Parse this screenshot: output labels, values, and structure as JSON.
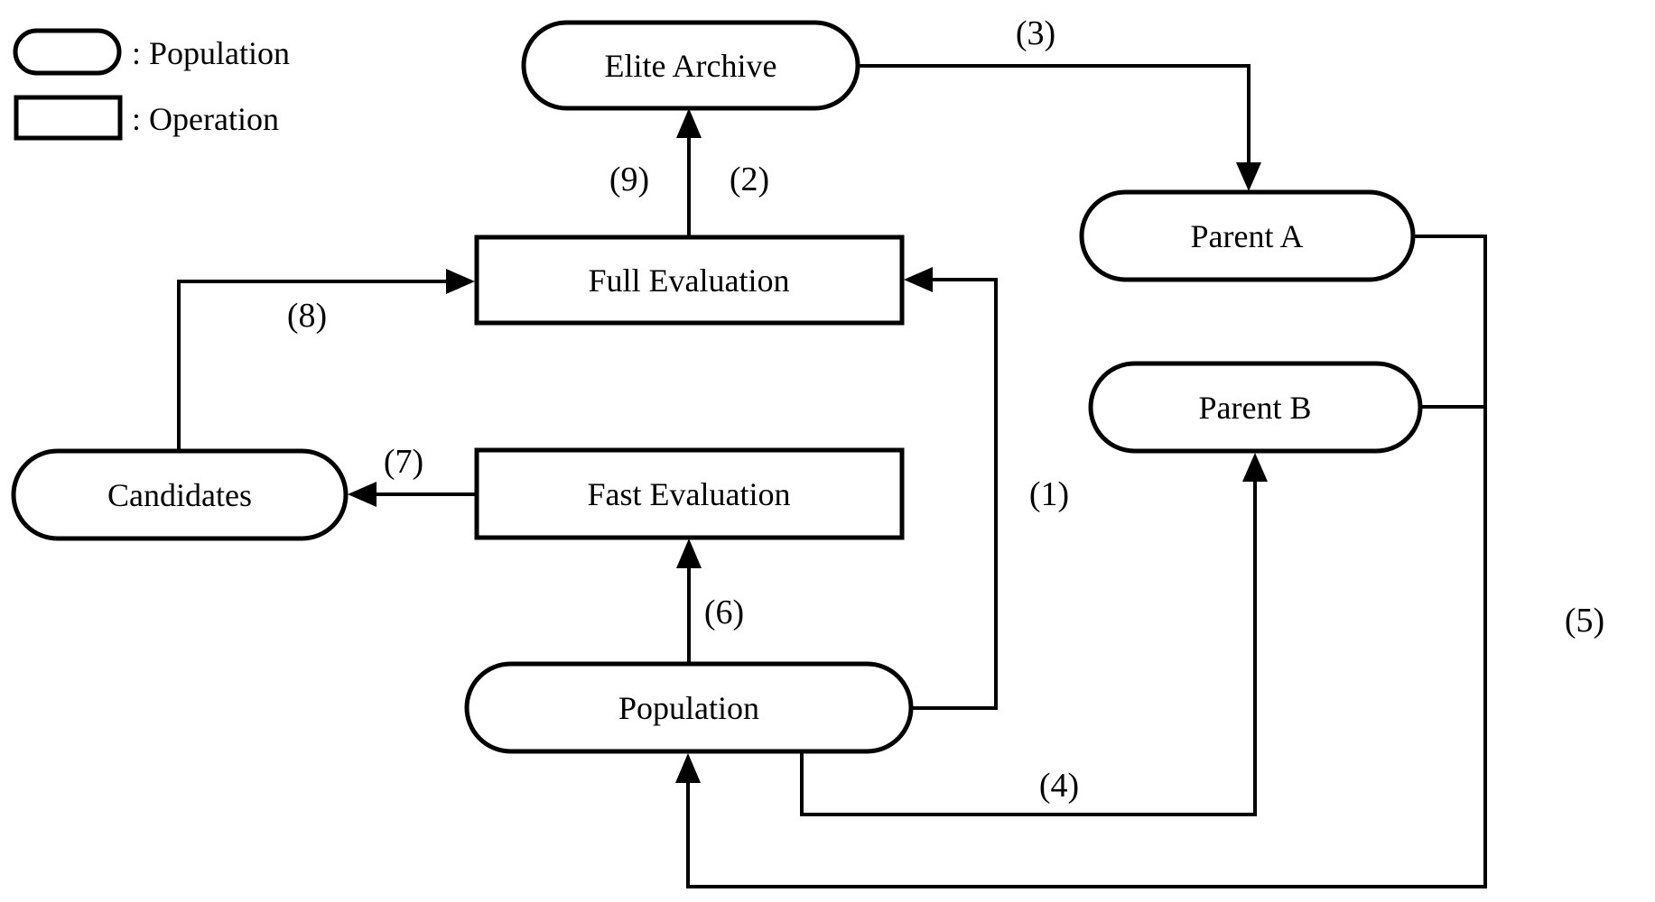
{
  "colors": {
    "stroke": "#000000",
    "background": "#ffffff",
    "node_fill": "#ffffff"
  },
  "legend": {
    "population": {
      "shape": "rounded-pill",
      "label": ": Population"
    },
    "operation": {
      "shape": "rectangle",
      "label": ": Operation"
    }
  },
  "nodes": {
    "elite_archive": {
      "label": "Elite Archive",
      "type": "population"
    },
    "full_evaluation": {
      "label": "Full Evaluation",
      "type": "operation"
    },
    "fast_evaluation": {
      "label": "Fast Evaluation",
      "type": "operation"
    },
    "candidates": {
      "label": "Candidates",
      "type": "population"
    },
    "population": {
      "label": "Population",
      "type": "population"
    },
    "parent_a": {
      "label": "Parent A",
      "type": "population"
    },
    "parent_b": {
      "label": "Parent B",
      "type": "population"
    }
  },
  "edges": {
    "e1": {
      "label": "(1)",
      "from": "population",
      "to": "full_evaluation"
    },
    "e2": {
      "label": "(2)",
      "from": "full_evaluation",
      "to": "elite_archive"
    },
    "e3": {
      "label": "(3)",
      "from": "elite_archive",
      "to": "parent_a"
    },
    "e4": {
      "label": "(4)",
      "from": "population",
      "to": "parent_b"
    },
    "e5": {
      "label": "(5)",
      "from": "parent_a_and_parent_b",
      "to": "population"
    },
    "e6": {
      "label": "(6)",
      "from": "population",
      "to": "fast_evaluation"
    },
    "e7": {
      "label": "(7)",
      "from": "fast_evaluation",
      "to": "candidates"
    },
    "e8": {
      "label": "(8)",
      "from": "candidates",
      "to": "full_evaluation"
    },
    "e9": {
      "label": "(9)",
      "from": "full_evaluation",
      "to": "elite_archive"
    }
  }
}
